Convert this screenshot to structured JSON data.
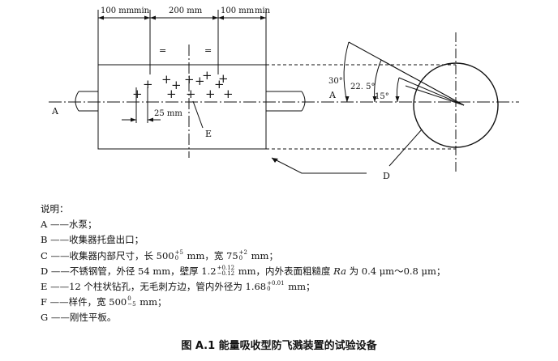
{
  "diagram": {
    "dims": {
      "left": "100 mm",
      "center": "200 mm",
      "right": "100 mm",
      "min": "min",
      "gap": "25 mm"
    },
    "angles": {
      "a30": "30°",
      "a22": "22. 5°",
      "a15": "15°"
    },
    "labels": {
      "a_left": "A",
      "a_mid": "A",
      "d": "D",
      "e": "E",
      "eq1": "=",
      "eq2": "="
    }
  },
  "legend": {
    "title": "说明：",
    "items": [
      {
        "key": "A",
        "dash": "——",
        "text": "水泵；"
      },
      {
        "key": "B",
        "dash": "——",
        "text": "收集器托盘出口；"
      },
      {
        "key": "C",
        "dash": "——",
        "text1": "收集器内部尺寸，长 500",
        "tol1_up": "+5",
        "tol1_lo": "0",
        "text2": " mm，宽 75",
        "tol2_up": "+2",
        "tol2_lo": "0",
        "text3": " mm；"
      },
      {
        "key": "D",
        "dash": "——",
        "text1": "不锈钢管，外径 54 mm，壁厚 1.2",
        "tol1_up": "+0.12",
        "tol1_lo": "−0.12",
        "text2": " mm，内外表面粗糙度 ",
        "ra": "Ra",
        "text3": " 为 0.4 μm～0.8 μm；"
      },
      {
        "key": "E",
        "dash": "——",
        "text1": "12 个柱状钻孔，无毛刺方边，管内外径为 1.68",
        "tol1_up": "+0.01",
        "tol1_lo": "0",
        "text2": " mm；"
      },
      {
        "key": "F",
        "dash": "——",
        "text1": "样件，宽 500",
        "tol1_up": "0",
        "tol1_lo": "−5",
        "text2": " mm；"
      },
      {
        "key": "G",
        "dash": "——",
        "text": "刚性平板。"
      }
    ]
  },
  "caption": "图 A.1   能量吸收型防飞溅装置的试验设备"
}
